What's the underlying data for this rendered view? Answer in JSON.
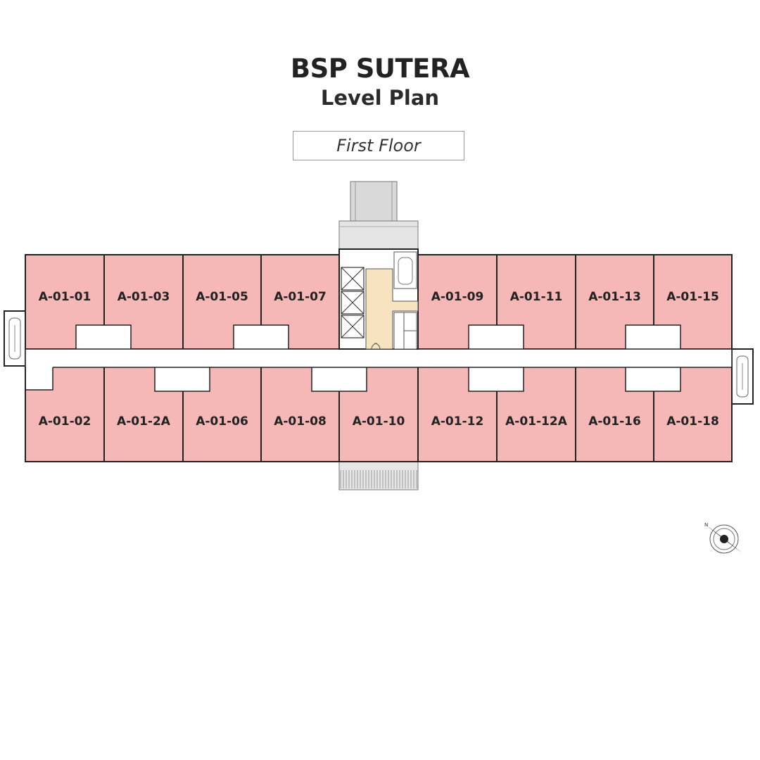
{
  "header": {
    "title": "BSP SUTERA",
    "subtitle": "Level Plan",
    "floor": "First Floor"
  },
  "colors": {
    "unit_fill": "#f5b8b6",
    "core_fill": "#f7e3bf",
    "outline": "#222222",
    "corridor": "#ffffff"
  },
  "units_top": [
    "A-01-01",
    "A-01-03",
    "A-01-05",
    "A-01-07",
    "A-01-09",
    "A-01-11",
    "A-01-13",
    "A-01-15"
  ],
  "units_bottom": [
    "A-01-02",
    "A-01-2A",
    "A-01-06",
    "A-01-08",
    "A-01-10",
    "A-01-12",
    "A-01-12A",
    "A-01-16",
    "A-01-18"
  ],
  "compass_icon": "compass-rose-icon"
}
